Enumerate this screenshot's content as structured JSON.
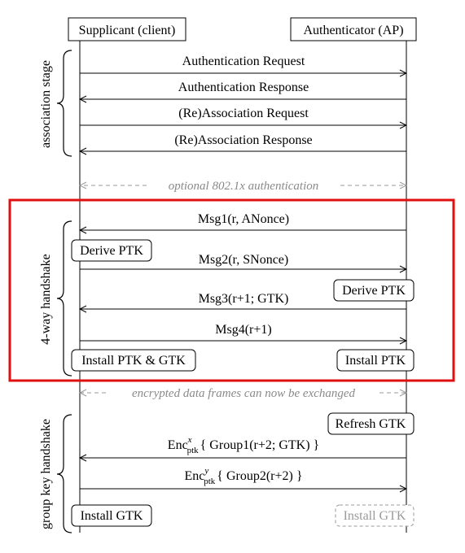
{
  "participants": {
    "left": "Supplicant (client)",
    "right": "Authenticator (AP)"
  },
  "stages": {
    "association": "association stage",
    "four_way": "4-way handshake",
    "group_key": "group key handshake"
  },
  "messages": {
    "auth_request": "Authentication Request",
    "auth_response": "Authentication Response",
    "reassoc_request": "(Re)Association Request",
    "reassoc_response": "(Re)Association Response",
    "optional_8021x": "optional 802.1x authentication",
    "msg1": "Msg1(r, ANonce)",
    "msg2": "Msg2(r, SNonce)",
    "msg3": "Msg3(r+1; GTK)",
    "msg4": "Msg4(r+1)",
    "encrypted_frames": "encrypted data frames can now be exchanged",
    "group1": {
      "enc": "Enc",
      "sup": "x",
      "sub": "ptk",
      "body": "{ Group1(r+2; GTK) }"
    },
    "group2": {
      "enc": "Enc",
      "sup": "y",
      "sub": "ptk",
      "body": "{ Group2(r+2) }"
    }
  },
  "actions": {
    "client_derive_ptk": "Derive PTK",
    "ap_derive_ptk": "Derive PTK",
    "client_install_ptk_gtk": "Install PTK & GTK",
    "ap_install_ptk": "Install PTK",
    "ap_refresh_gtk": "Refresh GTK",
    "client_install_gtk": "Install GTK",
    "ap_install_gtk": "Install GTK"
  },
  "colors": {
    "highlight": "#e01010",
    "muted": "#9a9a9a"
  }
}
